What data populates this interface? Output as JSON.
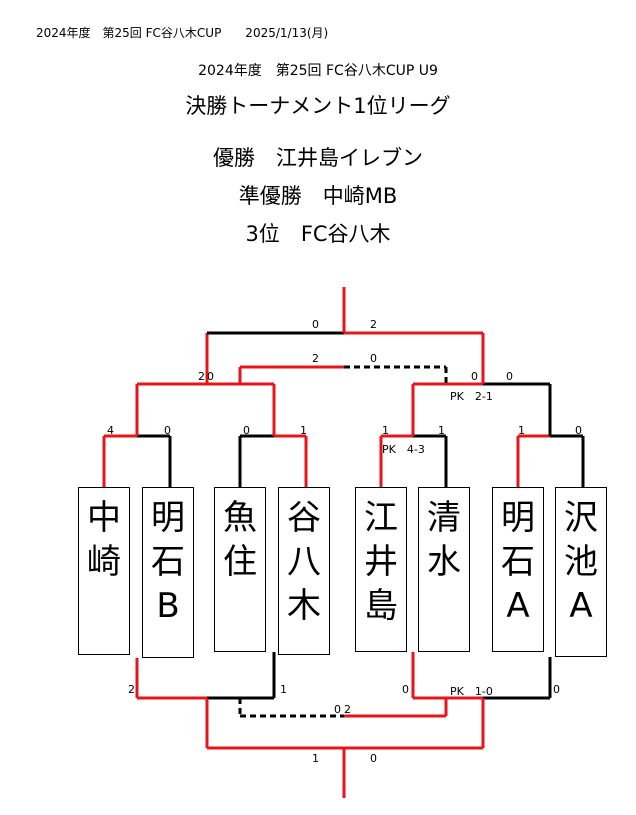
{
  "header": {
    "line": "2024年度　第25回 FC谷八木CUP　　2025/1/13(月)"
  },
  "subtitle": "2024年度　第25回 FC谷八木CUP U9",
  "main_title": "決勝トーナメント1位リーグ",
  "results": [
    {
      "label": "優勝",
      "team": "江井島イレブン"
    },
    {
      "label": "準優勝",
      "team": "中崎MB"
    },
    {
      "label": "3位",
      "team": "FC谷八木"
    }
  ],
  "teams": [
    {
      "id": "nakasaki",
      "chars": [
        "中",
        "崎"
      ]
    },
    {
      "id": "akashi-b",
      "chars": [
        "明",
        "石",
        "B"
      ]
    },
    {
      "id": "uozumi",
      "chars": [
        "魚",
        "住"
      ]
    },
    {
      "id": "taniyagi",
      "chars": [
        "谷",
        "八",
        "木"
      ]
    },
    {
      "id": "eijima",
      "chars": [
        "江",
        "井",
        "島"
      ]
    },
    {
      "id": "shimizu",
      "chars": [
        "清",
        "水"
      ]
    },
    {
      "id": "akashi-a",
      "chars": [
        "明",
        "石",
        "A"
      ]
    },
    {
      "id": "sawaike-a",
      "chars": [
        "沢",
        "池",
        "A"
      ]
    }
  ],
  "scores": {
    "r1": [
      "4",
      "0",
      "0",
      "1",
      "1",
      "1",
      "1",
      "0"
    ],
    "sf_left": [
      "2",
      "0"
    ],
    "sf_right": [
      "0",
      "0"
    ],
    "upper_final": [
      "0",
      "2"
    ],
    "upper_third": [
      "2",
      "0"
    ],
    "lower_r1": [
      "2",
      "1",
      "0",
      "0"
    ],
    "lower_mid": [
      "0",
      "2"
    ],
    "lower_final": [
      "1",
      "0"
    ]
  },
  "pk": {
    "r1_eijima_shimizu": "PK　4-3",
    "sf_right": "PK　2-1",
    "lower_right": "PK　1-0"
  },
  "colors": {
    "winner_line": "#e8141b",
    "loser_line": "#000000"
  }
}
